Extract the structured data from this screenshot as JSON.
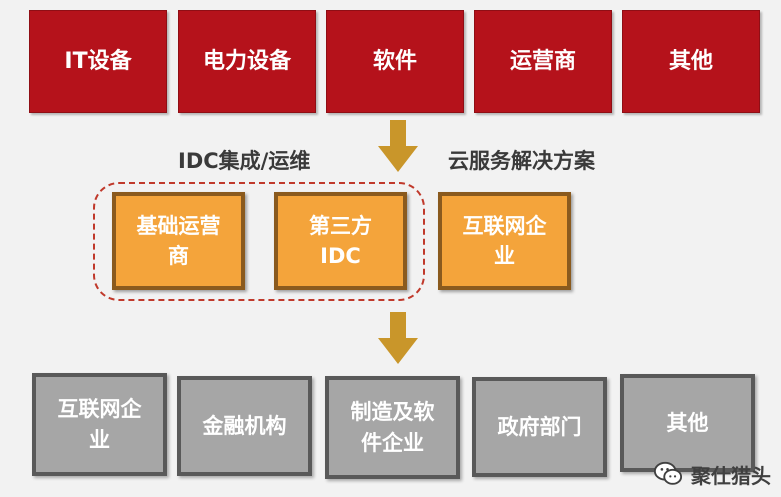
{
  "top_row": [
    "IT设备",
    "电力设备",
    "软件",
    "运营商",
    "其他"
  ],
  "label_left": "IDC集成/运维",
  "label_right": "云服务解决方案",
  "middle_row": [
    "基础运营\n商",
    "第三方\nIDC",
    "互联网企\n业"
  ],
  "bottom_row": [
    "互联网企\n业",
    "金融机构",
    "制造及软\n件企业",
    "政府部门",
    "其他"
  ],
  "watermark": {
    "icon": "wechat-icon",
    "text": "聚仕猎头"
  },
  "colors": {
    "top": "#b5121b",
    "middle": "#f4a43b",
    "bottom": "#a6a6a6",
    "arrow": "#c9962a",
    "dashed": "#c0392b"
  }
}
